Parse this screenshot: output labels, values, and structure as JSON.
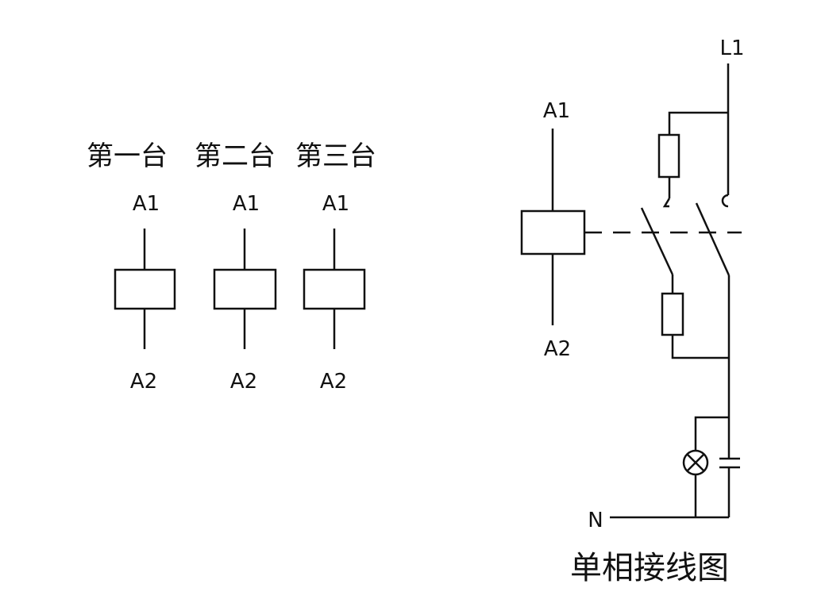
{
  "coils": [
    {
      "title": "第一台",
      "top": "A1",
      "bottom": "A2"
    },
    {
      "title": "第二台",
      "top": "A1",
      "bottom": "A2"
    },
    {
      "title": "第三台",
      "top": "A1",
      "bottom": "A2"
    }
  ],
  "wiring": {
    "coil_top": "A1",
    "coil_bottom": "A2",
    "line": "L1",
    "neutral": "N",
    "caption": "单相接线图"
  },
  "colors": {
    "stroke": "#111111",
    "background": "#ffffff"
  }
}
